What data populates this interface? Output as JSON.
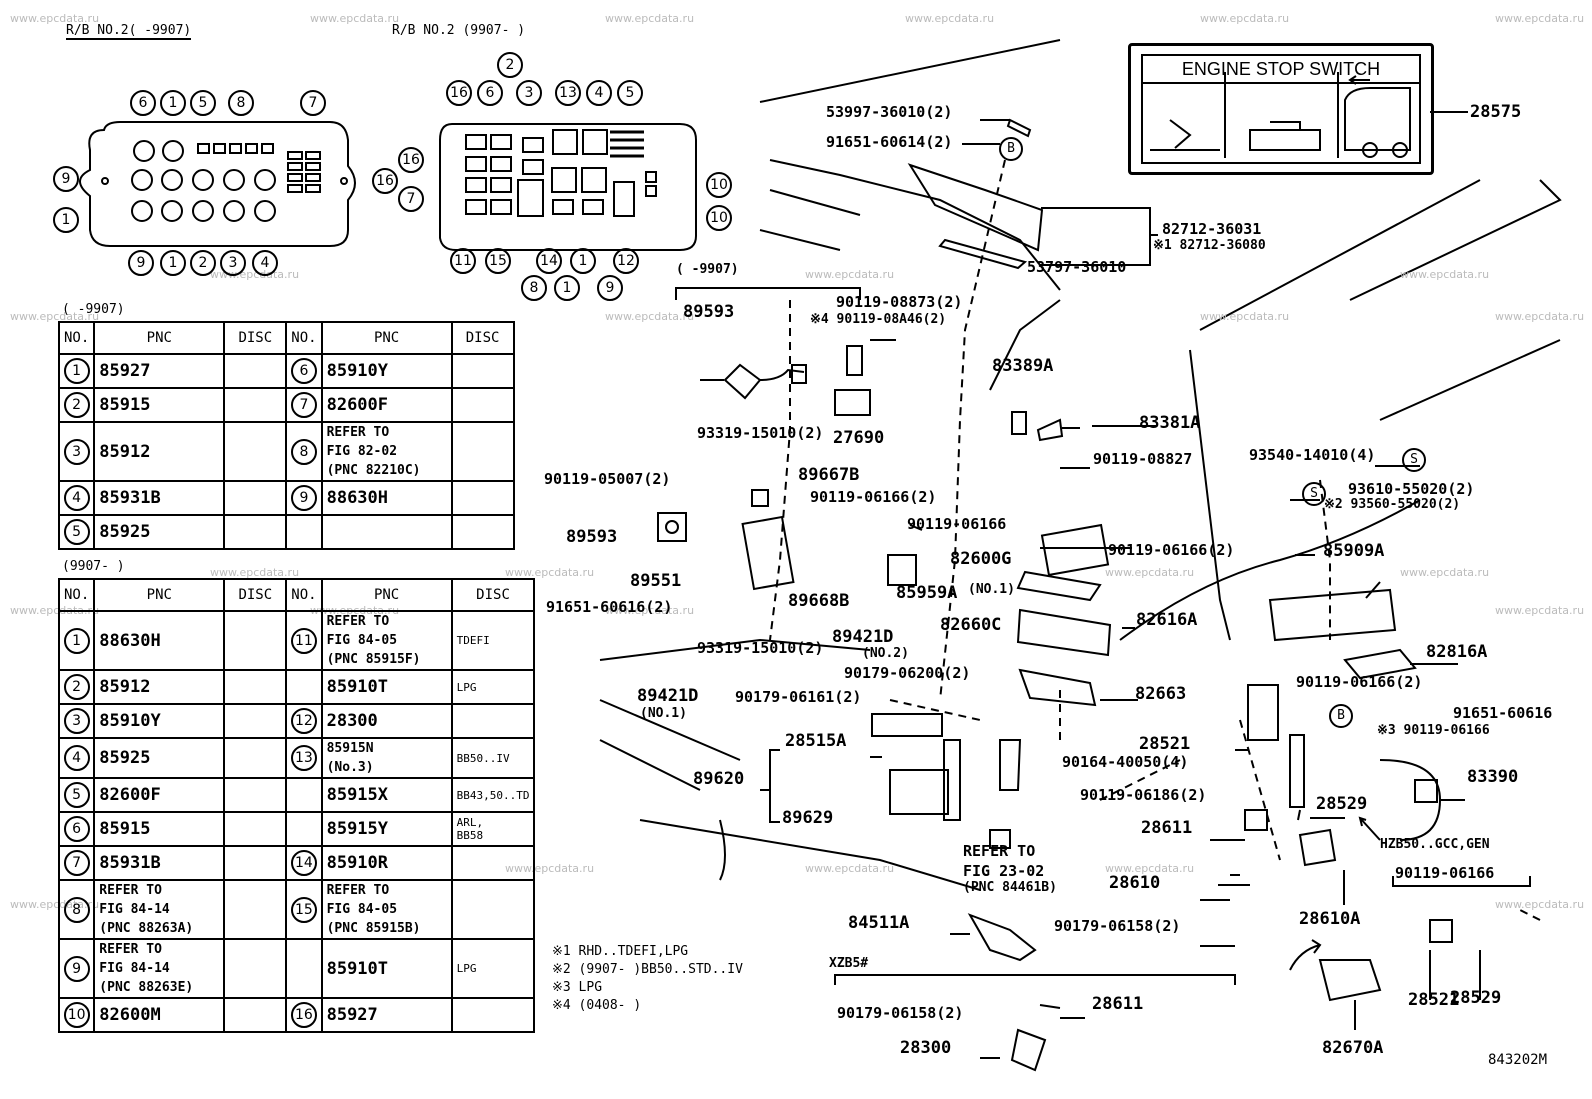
{
  "watermark": "www.epcdata.ru",
  "fig_code": "843202M",
  "rb_left_title": "R/B NO.2(    -9907)",
  "rb_right_title": "R/B NO.2 (9907-     )",
  "rb_left_callouts": [
    "6",
    "1",
    "5",
    "8",
    "7",
    "9",
    "1",
    "9",
    "1",
    "2",
    "3",
    "4"
  ],
  "rb_right_callouts": [
    "16",
    "6",
    "2",
    "3",
    "13",
    "4",
    "5",
    "16",
    "16",
    "7",
    "10",
    "10",
    "11",
    "15",
    "8",
    "14",
    "1",
    "1",
    "9",
    "12"
  ],
  "label_plate": {
    "title": "ENGINE STOP SWITCH",
    "part": "28575"
  },
  "table1": {
    "title": "(    -9907)",
    "headers": [
      "NO.",
      "PNC",
      "DISC",
      "NO.",
      "PNC",
      "DISC"
    ],
    "left_rows": [
      {
        "no": "1",
        "pnc": "85927"
      },
      {
        "no": "2",
        "pnc": "85915"
      },
      {
        "no": "3",
        "pnc": "85912"
      },
      {
        "no": "4",
        "pnc": "85931B"
      },
      {
        "no": "5",
        "pnc": "85925"
      }
    ],
    "right_rows": [
      {
        "no": "6",
        "pnc": "85910Y",
        "disc": ""
      },
      {
        "no": "7",
        "pnc": "82600F",
        "disc": ""
      },
      {
        "no": "8",
        "pnc": "REFER TO\nFIG 82-02\n(PNC 82210C)",
        "disc": ""
      },
      {
        "no": "9",
        "pnc": "88630H",
        "disc": ""
      }
    ]
  },
  "table2": {
    "title": "(9907-     )",
    "headers": [
      "NO.",
      "PNC",
      "DISC",
      "NO.",
      "PNC",
      "DISC"
    ],
    "left_rows": [
      {
        "no": "1",
        "pnc": "88630H"
      },
      {
        "no": "2",
        "pnc": "85912"
      },
      {
        "no": "3",
        "pnc": "85910Y"
      },
      {
        "no": "4",
        "pnc": "85925"
      },
      {
        "no": "5",
        "pnc": "82600F"
      },
      {
        "no": "6",
        "pnc": "85915"
      },
      {
        "no": "7",
        "pnc": "85931B"
      },
      {
        "no": "8",
        "pnc": "REFER TO\nFIG 84-14\n(PNC 88263A)"
      },
      {
        "no": "9",
        "pnc": "REFER TO\nFIG 84-14\n(PNC 88263E)"
      },
      {
        "no": "10",
        "pnc": "82600M"
      }
    ],
    "right_rows": [
      {
        "no": "11",
        "pnc": "REFER TO\nFIG 84-05\n(PNC 85915F)",
        "disc": "TDEFI"
      },
      {
        "no": "",
        "pnc": "85910T",
        "disc": "LPG"
      },
      {
        "no": "12",
        "pnc": "28300",
        "disc": ""
      },
      {
        "no": "13",
        "pnc": "85915N\n(No.3)",
        "disc": "BB50..IV"
      },
      {
        "no": "",
        "pnc": "85915X",
        "disc": "BB43,50..TD"
      },
      {
        "no": "",
        "pnc": "85915Y",
        "disc": "ARL,\nBB58"
      },
      {
        "no": "14",
        "pnc": "85910R",
        "disc": ""
      },
      {
        "no": "15",
        "pnc": "REFER TO\nFIG 84-05\n(PNC 85915B)",
        "disc": ""
      },
      {
        "no": "",
        "pnc": "85910T",
        "disc": "LPG"
      },
      {
        "no": "16",
        "pnc": "85927",
        "disc": ""
      }
    ]
  },
  "footnotes": [
    "※1 RHD..TDEFI,LPG",
    "※2 (9907-     )BB50..STD..IV",
    "※3 LPG",
    "※4 (0408-     )"
  ],
  "part_labels": [
    "53997-36010(2)",
    "91651-60614(2)",
    "B",
    "82712-36031",
    "※1 82712-36080",
    "53797-36010",
    "(    -9907)",
    "89593",
    "90119-08873(2)",
    "※4 90119-08A46(2)",
    "27690",
    "93319-15010(2)",
    "83389A",
    "83381A",
    "90119-08827",
    "93540-14010(4)",
    "S",
    "90119-05007(2)",
    "89667B",
    "90119-06166(2)",
    "93610-55020(2)",
    "S",
    "※2 93560-55020(2)",
    "89593",
    "90119-06166",
    "90119-06166(2)",
    "85909A",
    "82600G",
    "89551",
    "85959A",
    "(NO.1)",
    "89668B",
    "91651-60616(2)",
    "82616A",
    "89421D",
    "(NO.2)",
    "82660C",
    "93319-15010(2)",
    "90179-06200(2)",
    "82816A",
    "89421D",
    "(NO.1)",
    "90179-06161(2)",
    "82663",
    "90119-06166(2)",
    "B",
    "91651-60616",
    "28515A",
    "28521",
    "※3 90119-06166",
    "89620",
    "90164-40050(4)",
    "83390",
    "90119-06186(2)",
    "28529",
    "89629",
    "28611",
    "HZB50..GCC,GEN",
    "90119-06166",
    "REFER TO",
    "FIG 23-02",
    "(PNC 84461B)",
    "28610",
    "28610A",
    "84511A",
    "90179-06158(2)",
    "28521",
    "28529",
    "XZB5#",
    "90179-06158(2)",
    "28611",
    "28300",
    "82670A"
  ]
}
